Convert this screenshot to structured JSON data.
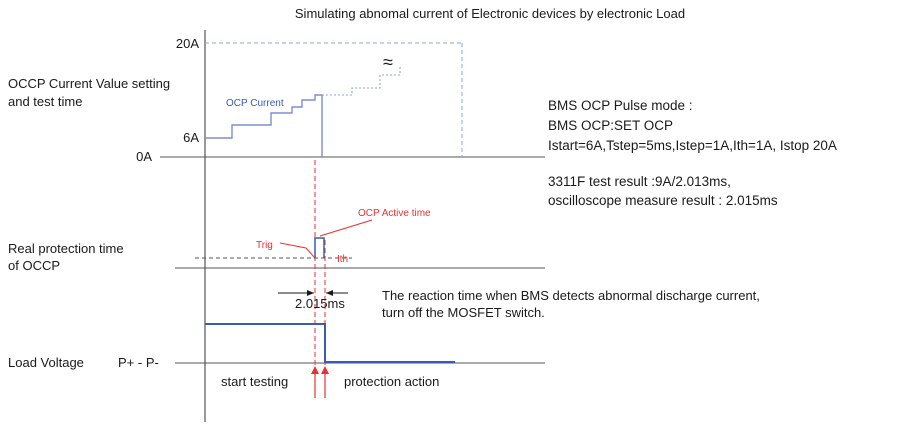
{
  "title": "Simulating abnomal current of Electronic devices by electronic Load",
  "left_labels": {
    "occp_line1": "OCCP Current Value setting",
    "occp_line2": "and test time",
    "real_line1": "Real protection time",
    "real_line2": "of OCCP",
    "load_voltage": "Load Voltage",
    "probe": "P+ - P-"
  },
  "axis_labels": {
    "level_20a": "20A",
    "level_6a": "6A",
    "level_0a": "0A",
    "approx_symbol": "≈"
  },
  "annotations": {
    "ocp_current": "OCP Current",
    "ocp_active_time": "OCP Active time",
    "trig": "Trig",
    "ith": "Ith",
    "interval": "2.015ms",
    "reaction_line1": "The reaction time when BMS detects abnormal discharge current,",
    "reaction_line2": "turn off the MOSFET switch.",
    "start_testing": "start testing",
    "protection_action": "protection action"
  },
  "info": {
    "mode_line1": "BMS OCP Pulse mode :",
    "mode_line2": "BMS OCP:SET OCP",
    "mode_line3": "Istart=6A,Tstep=5ms,Istep=1A,Ith=1A, Istop 20A",
    "result_line1": "3311F test result :9A/2.013ms,",
    "result_line2": "oscilloscope measure result : 2.015ms"
  },
  "colors": {
    "axis": "#555555",
    "accent_red": "#e8322f",
    "waveform_blue": "#3b5bb0",
    "light_blue": "#8fa3d6",
    "text": "#1a1a1a"
  }
}
